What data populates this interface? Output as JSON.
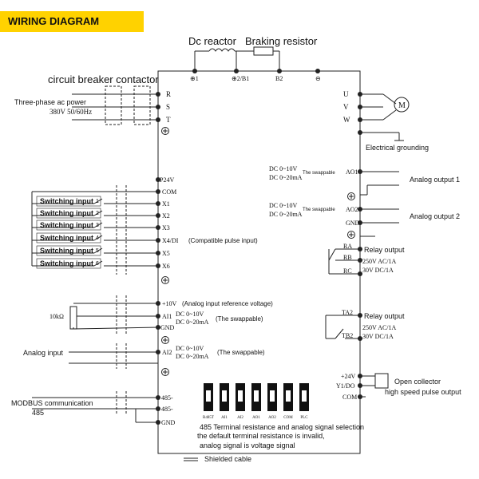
{
  "title": "WIRING DIAGRAM",
  "top": {
    "dc_reactor": "Dc reactor",
    "braking_resistor": "Braking resistor",
    "term_p1": "⊕1",
    "term_p2": "⊕2/B1",
    "term_b2": "B2",
    "term_minus": "⊖"
  },
  "left": {
    "breaker_contactor": "circuit breaker contactor",
    "three_phase": "Three-phase ac power",
    "voltage": "380V 50/60Hz",
    "power_terms": [
      "R",
      "S",
      "T"
    ],
    "p24v": "P24V",
    "com": "COM",
    "switch_label": "Switching input",
    "switch_nums": [
      "1",
      "2",
      "3",
      "4",
      "5",
      "6"
    ],
    "x_terms": [
      "X1",
      "X2",
      "X3",
      "X4/DI",
      "X5",
      "X6"
    ],
    "pulse_note": "(Compatible pulse input)",
    "plus10v": "+10V",
    "ref_note": "(Analog input reference voltage)",
    "pot": "10kΩ",
    "ai1": "AI1",
    "gnd": "GND",
    "ai1_range": [
      "DC 0~10V",
      "DC 0~20mA"
    ],
    "swappable": "(The swappable)",
    "ai2": "AI2",
    "ai2_range": [
      "DC 0~10V",
      "DC 0~20mA"
    ],
    "analog_input": "Analog input",
    "modbus": "MODBUS communication",
    "modbus_485": "485",
    "t485p": "485-",
    "t485m": "485-",
    "gnd2": "GND"
  },
  "right": {
    "motor_terms": [
      "U",
      "V",
      "W"
    ],
    "motor": "M",
    "grounding": "Electrical grounding",
    "ao1_range": [
      "DC 0~10V",
      "DC 0~20mA"
    ],
    "ao_swap": "The swappable",
    "ao1": "AO1",
    "analog_out1": "Analog output 1",
    "ao2_range": [
      "DC 0~10V",
      "DC 0~20mA"
    ],
    "ao2": "AO2",
    "gnd": "GND",
    "analog_out2": "Analog output 2",
    "ra": "RA",
    "rb": "RB",
    "rc": "RC",
    "relay_output": "Relay output",
    "relay_rating": [
      "250V AC/1A",
      "30V DC/1A"
    ],
    "ta2": "TA2",
    "tb2": "TB2",
    "relay_output2": "Relay output",
    "relay_rating2": [
      "250V AC/1A",
      "30V DC/1A"
    ],
    "p24v": "+24V",
    "y1do": "Y1/DO",
    "comt": "COM",
    "open_collector": "Open collector",
    "hs_pulse": "high speed pulse output"
  },
  "switches": {
    "labels": [
      "R485T",
      "AI1",
      "AI2",
      "AO1",
      "AO2",
      "COM",
      "PLC"
    ]
  },
  "notes": {
    "line1": "485 Terminal resistance and analog signal selection",
    "line2": "the default terminal resistance is invalid,",
    "line3": "analog signal is voltage signal",
    "shielded": "Shielded cable"
  }
}
